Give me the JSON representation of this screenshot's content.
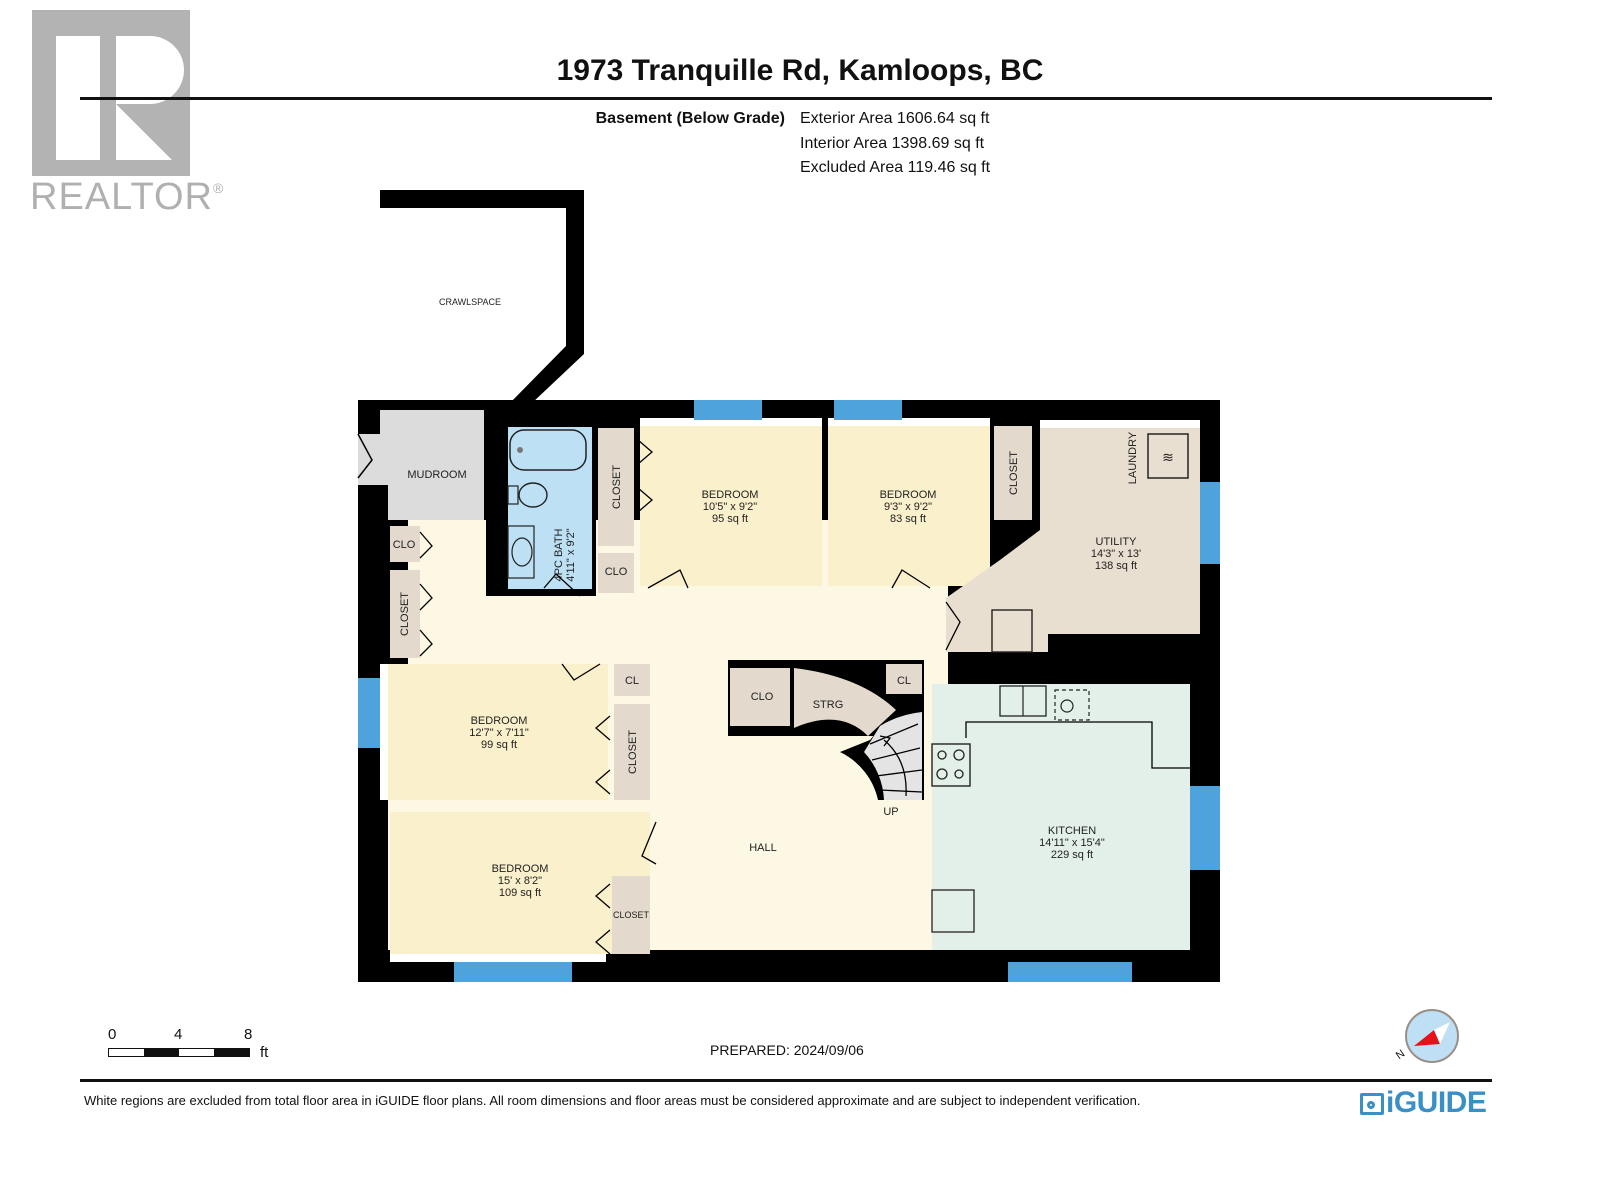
{
  "branding": {
    "realtor_logo_text": "REALTOR",
    "realtor_reg_mark": "®",
    "iguide_logo_text": "iGUIDE"
  },
  "header": {
    "title": "1973 Tranquille Rd, Kamloops, BC",
    "level_label": "Basement (Below Grade)",
    "areas": [
      "Exterior Area 1606.64 sq ft",
      "Interior Area 1398.69 sq ft",
      "Excluded Area 119.46 sq ft"
    ]
  },
  "colors": {
    "wall": "#000000",
    "bedroom_fill": "#fbf0cc",
    "hall_fill": "#fdf8e4",
    "bath_fill": "#bde0f5",
    "closet_fill": "#e3dacd",
    "utility_fill": "#e9dfd1",
    "kitchen_fill": "#e3f0ea",
    "mudroom_fill": "#dcdcdc",
    "stairs_fill": "#e4e4e4",
    "window_fill": "#4fa3dc",
    "iguide_blue": "#3a8fc7",
    "compass_red": "#e8111b",
    "compass_face": "#bfe0f4"
  },
  "rooms": {
    "crawlspace": {
      "name": "CRAWLSPACE"
    },
    "mudroom": {
      "name": "MUDROOM"
    },
    "bath": {
      "name": "4PC BATH",
      "dims": "4'11\" x 9'2\""
    },
    "bedroom1": {
      "name": "BEDROOM",
      "dims": "10'5\" x 9'2\"",
      "area": "95 sq ft"
    },
    "bedroom2": {
      "name": "BEDROOM",
      "dims": "9'3\" x 9'2\"",
      "area": "83 sq ft"
    },
    "utility": {
      "name": "UTILITY",
      "dims": "14'3\" x 13'",
      "area": "138 sq ft"
    },
    "laundry": {
      "name": "LAUNDRY"
    },
    "bedroom3": {
      "name": "BEDROOM",
      "dims": "12'7\" x 7'11\"",
      "area": "99 sq ft"
    },
    "bedroom4": {
      "name": "BEDROOM",
      "dims": "15' x 8'2\"",
      "area": "109 sq ft"
    },
    "hall": {
      "name": "HALL"
    },
    "kitchen": {
      "name": "KITCHEN",
      "dims": "14'11\" x 15'4\"",
      "area": "229 sq ft"
    },
    "stairs_label": "UP",
    "storage": "STRG",
    "closets": {
      "bath_closet": "CLOSET",
      "bath_clo": "CLO",
      "bed2_closet": "CLOSET",
      "mud_clo": "CLO",
      "hall_closet": "CLOSET",
      "bed3_cl": "CL",
      "bed3_closet": "CLOSET",
      "bed4_closet": "CLOSET",
      "stair_clo": "CLO",
      "kitchen_cl": "CL"
    }
  },
  "scale": {
    "ticks": [
      "0",
      "4",
      "8"
    ],
    "unit": "ft"
  },
  "footer": {
    "prepared": "PREPARED: 2024/09/06",
    "disclaimer": "White regions are excluded from total floor area in iGUIDE floor plans. All room dimensions and floor areas must be considered approximate and are subject to independent verification.",
    "compass_label": "N"
  }
}
